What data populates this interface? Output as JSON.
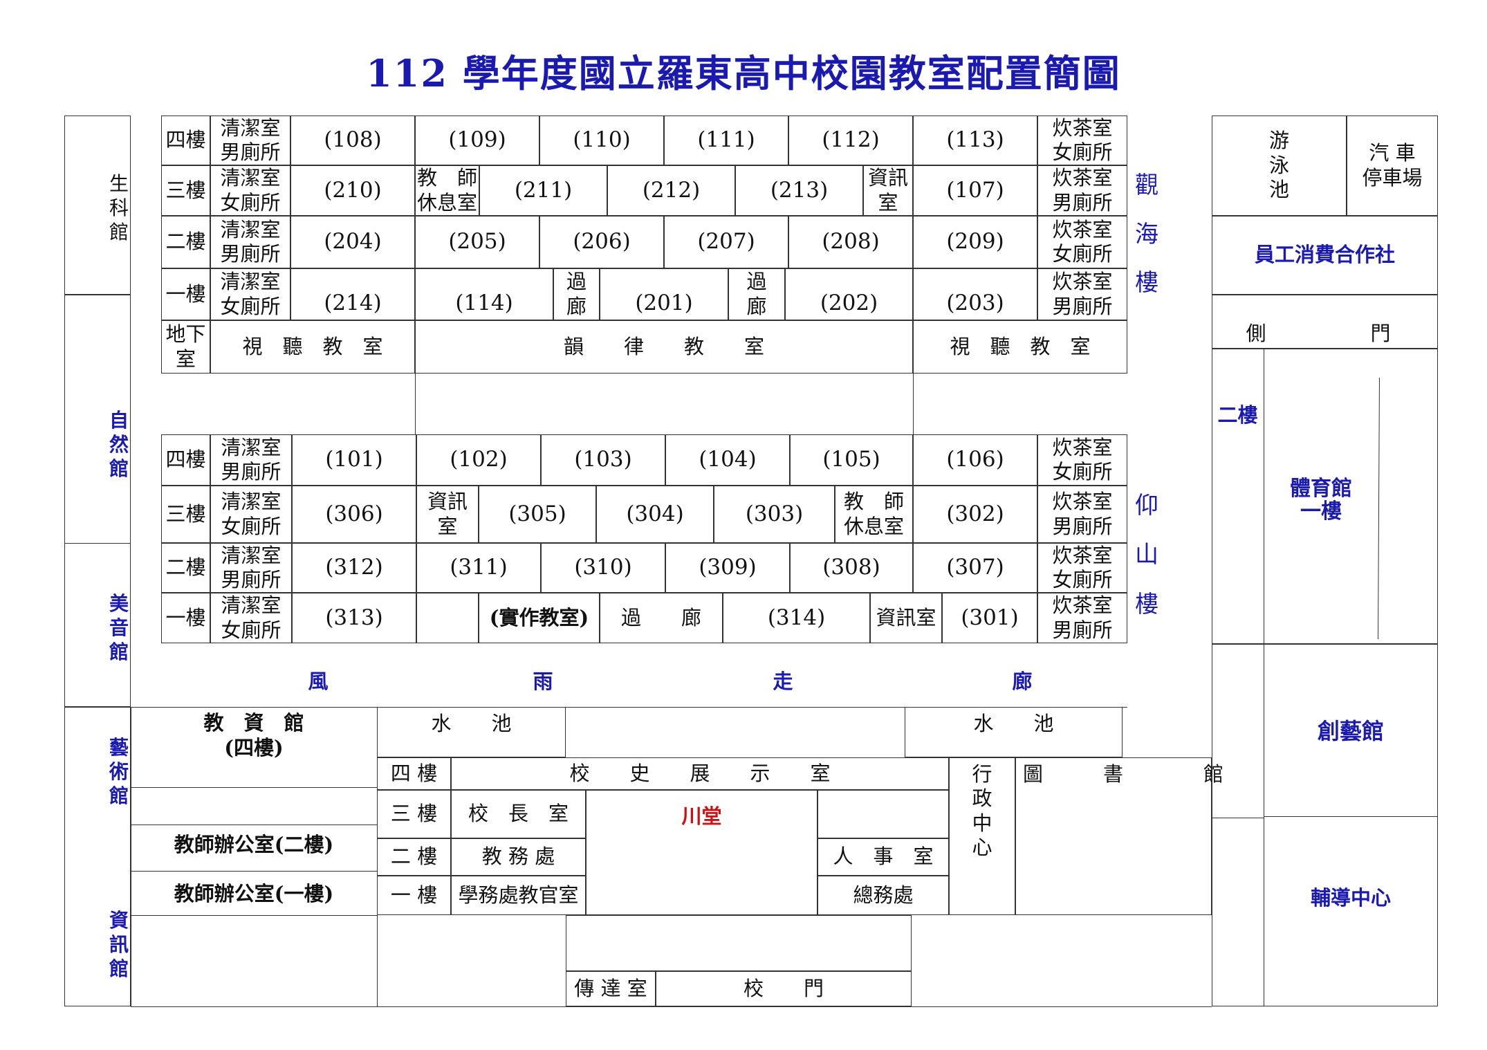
{
  "title": "112 學年度國立羅東高中校園教室配置簡圖",
  "colors": {
    "blue": "#1a1ab0",
    "red": "#d01010",
    "line": "#333333"
  },
  "floors": {
    "f4": "四樓",
    "f3": "三樓",
    "f2": "二樓",
    "f1": "一樓",
    "b1": "地下\n室"
  },
  "labels": {
    "clean_m": "清潔室\n男廁所",
    "clean_f": "清潔室\n女廁所",
    "tea_f": "炊茶室\n女廁所",
    "tea_m": "炊茶室\n男廁所",
    "teacher_lounge": "教　師\n休息室",
    "info_room_v": "資訊\n室",
    "info_room_h": "資訊室",
    "corridor_v": "過\n廊",
    "corridor_h": "過　　廊",
    "av_room": "視　聽　教　室",
    "rhythm_room": "韻　　律　　教　　室",
    "practice_room": "(實作教室)"
  },
  "guanhai": {
    "name": "觀\n海\n樓",
    "f4": [
      "(108)",
      "(109)",
      "(110)",
      "(111)",
      "(112)",
      "(113)"
    ],
    "f3": [
      "(210)",
      "(211)",
      "(212)",
      "(213)",
      "(107)"
    ],
    "f2": [
      "(204)",
      "(205)",
      "(206)",
      "(207)",
      "(208)",
      "(209)"
    ],
    "f1": [
      "(214)",
      "(114)",
      "(201)",
      "(202)",
      "(203)"
    ]
  },
  "yangshan": {
    "name": "仰\n山\n樓",
    "f4": [
      "(101)",
      "(102)",
      "(103)",
      "(104)",
      "(105)",
      "(106)"
    ],
    "f3": [
      "(306)",
      "(305)",
      "(304)",
      "(303)",
      "(302)"
    ],
    "f2": [
      "(312)",
      "(311)",
      "(310)",
      "(309)",
      "(308)",
      "(307)"
    ],
    "f1": [
      "(313)",
      "(314)",
      "(301)"
    ]
  },
  "left_buildings": {
    "bio": "生\n科\n館",
    "nature": "自\n然\n館",
    "music": "美\n音\n館",
    "art": "藝\n術\n館",
    "info": "資\n訊\n館"
  },
  "covered_walkway": [
    "風",
    "雨",
    "走",
    "廊"
  ],
  "education_building": {
    "name": "教　資　館",
    "floor": "(四樓)",
    "office2": "教師辦公室(二樓)",
    "office1": "教師辦公室(一樓)"
  },
  "pond": "水　　池",
  "admin": {
    "f4": "四 樓",
    "f3": "三 樓",
    "f2": "二 樓",
    "f1": "一 樓",
    "history": "校　　史　　展　　示　　室",
    "principal": "校　長　室",
    "hall": "川堂",
    "academic": "教 務 處",
    "hr": "人　事　室",
    "student_affairs": "學務處教官室",
    "general_affairs": "總務處",
    "admin_center": "行\n政\n中\n心",
    "library": "圖　　　書　　　　館",
    "guard": "傳 達 室",
    "gate": "校　　門"
  },
  "right": {
    "pool": "游\n泳\n池",
    "parking": "汽 車\n停車場",
    "coop": "員工消費合作社",
    "side_gate_1": "側",
    "side_gate_2": "門",
    "floor2": "二樓",
    "gym": "體育館\n一樓",
    "creative": "創藝館",
    "counseling": "輔導中心"
  }
}
